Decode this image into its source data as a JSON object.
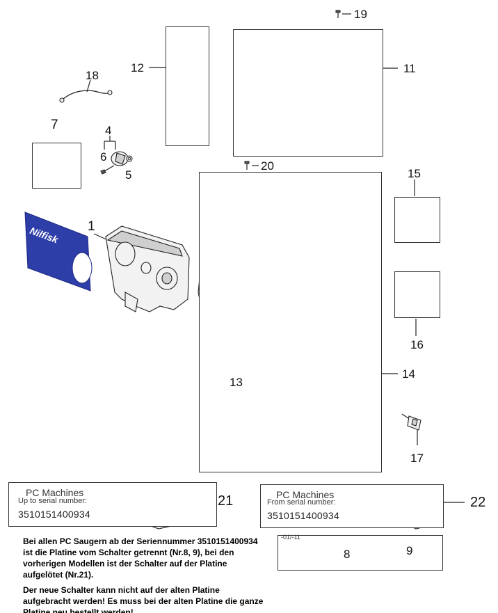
{
  "callouts": {
    "c1": "1",
    "c4": "4",
    "c5": "5",
    "c6": "6",
    "c7": "7",
    "c8": "8",
    "c9": "9",
    "c11": "11",
    "c12": "12",
    "c13": "13",
    "c14": "14",
    "c15": "15",
    "c16": "16",
    "c17": "17",
    "c18": "18",
    "c19": "19",
    "c20": "20",
    "c21": "21",
    "c22": "22"
  },
  "logo_text": "Nilfisk",
  "switch_label": "-01/-11",
  "box21": {
    "title": "PC Machines",
    "subtitle": "Up to serial number:",
    "serial": "3510151400934"
  },
  "box22": {
    "title": "PC Machines",
    "subtitle": "From serial number:",
    "serial": "3510151400934"
  },
  "notes": {
    "p1": "Bei allen PC Saugern ab der Seriennummer 3510151400934 ist die Platine vom Schalter getrennt (Nr.8, 9), bei den vorherigen Modellen ist der Schalter auf der Platine aufgelötet (Nr.21).",
    "p2": "Der neue Schalter kann nicht auf der alten Platine aufgebracht werden! Es muss bei der alten Platine die ganze Platine neu bestellt werden!"
  },
  "colors": {
    "logo_panel": "#2e3ea8",
    "line": "#222222",
    "fill_light": "#e6e6e6"
  }
}
